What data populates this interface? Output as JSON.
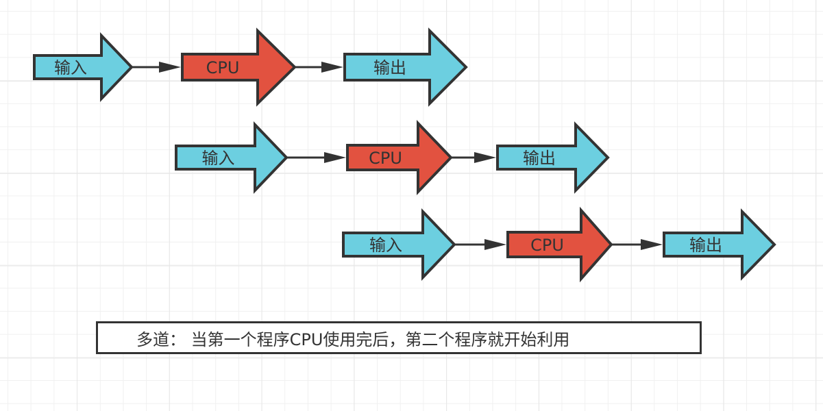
{
  "colors": {
    "io": "#6ccfe0",
    "cpu": "#e25240",
    "stroke": "#333333"
  },
  "rows": [
    {
      "name": "program-1",
      "stages": [
        {
          "label": "输入",
          "kind": "io"
        },
        {
          "label": "CPU",
          "kind": "cpu"
        },
        {
          "label": "输出",
          "kind": "io"
        }
      ]
    },
    {
      "name": "program-2",
      "stages": [
        {
          "label": "输入",
          "kind": "io"
        },
        {
          "label": "CPU",
          "kind": "cpu"
        },
        {
          "label": "输出",
          "kind": "io"
        }
      ]
    },
    {
      "name": "program-3",
      "stages": [
        {
          "label": "输入",
          "kind": "io"
        },
        {
          "label": "CPU",
          "kind": "cpu"
        },
        {
          "label": "输出",
          "kind": "io"
        }
      ]
    }
  ],
  "caption": "多道： 当第一个程序CPU使用完后，第二个程序就开始利用"
}
